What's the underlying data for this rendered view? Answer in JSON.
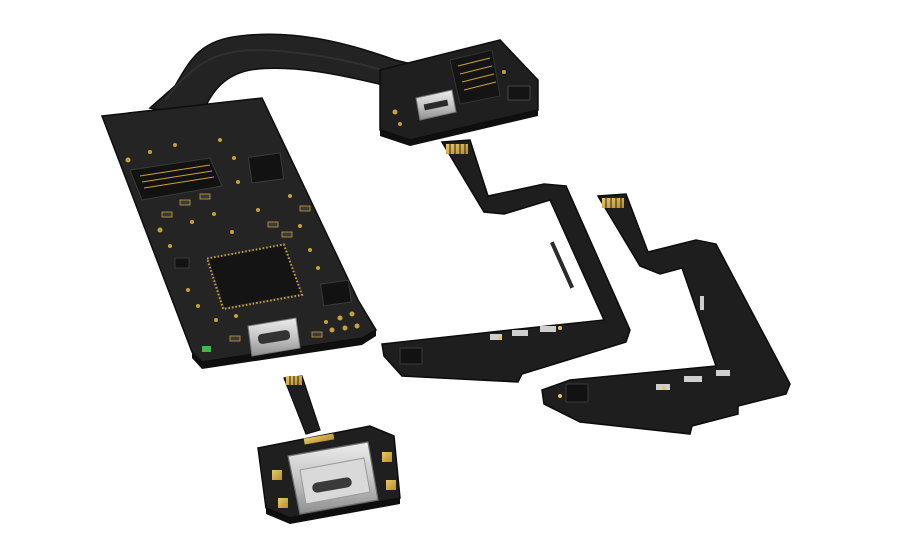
{
  "scene": {
    "background": "#ffffff",
    "colors": {
      "pcb": "#1f1f1f",
      "pcb_edge": "#0e0e0e",
      "pcb_top": "#2a2a2a",
      "gold": "#c9a03a",
      "gold_light": "#e7c566",
      "silver": "#cfcfcf",
      "silver_dark": "#9a9a9a",
      "chip": "#141414",
      "led_green": "#3dbb4a"
    },
    "items": [
      {
        "name": "main-board",
        "icon": "pcb-icon"
      },
      {
        "name": "flex-cable",
        "icon": "ribbon-cable-icon"
      },
      {
        "name": "usb-c-daughter-board",
        "icon": "usb-c-icon"
      },
      {
        "name": "flex-sensor-left",
        "icon": "flex-pcb-icon"
      },
      {
        "name": "flex-sensor-right",
        "icon": "flex-pcb-icon"
      }
    ]
  }
}
